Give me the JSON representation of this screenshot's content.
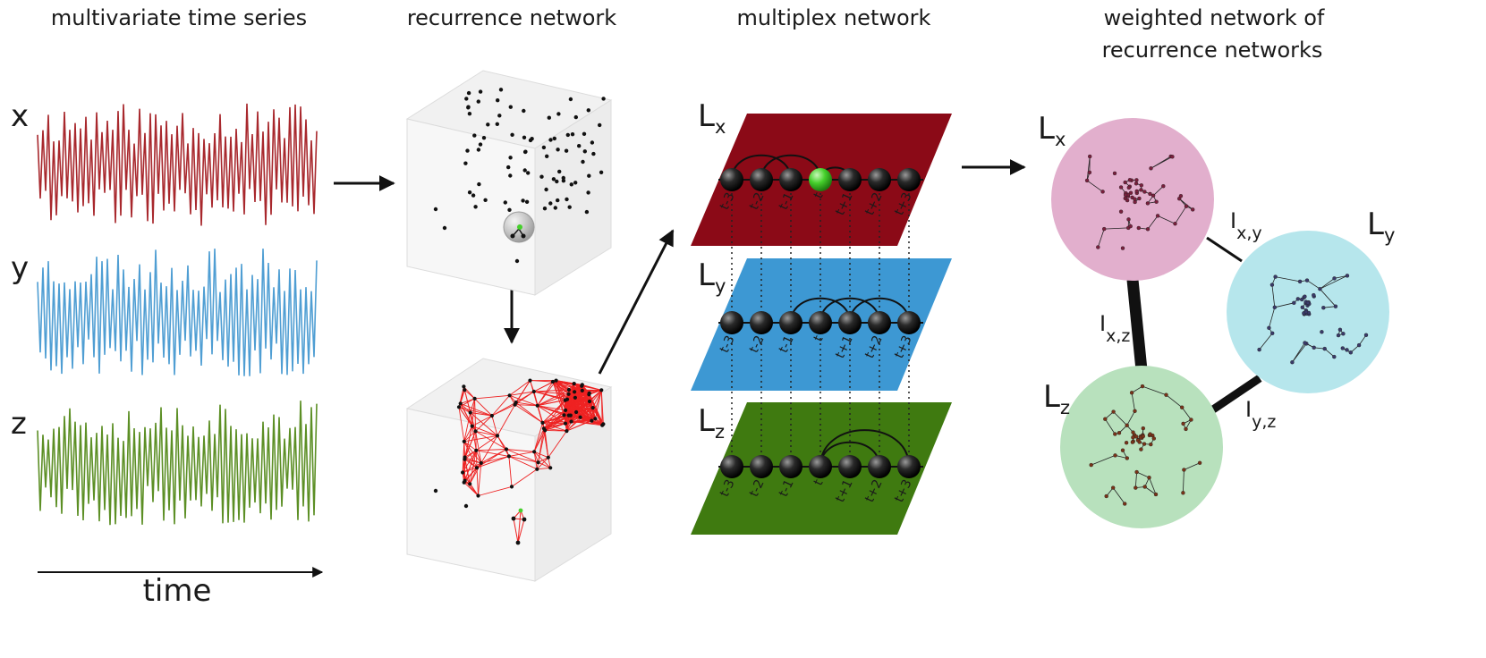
{
  "titles": {
    "time_series": "multivariate time series",
    "recurrence": "recurrence network",
    "multiplex": "multiplex network",
    "weighted_line1": "weighted network of",
    "weighted_line2": "recurrence networks"
  },
  "series": [
    {
      "name": "x",
      "color": "#a8282d"
    },
    {
      "name": "y",
      "color": "#4f9ed3"
    },
    {
      "name": "z",
      "color": "#5c8f25"
    }
  ],
  "time_label": "time",
  "layers": [
    {
      "letter": "L",
      "sub": "x",
      "color": "#8b0a17"
    },
    {
      "letter": "L",
      "sub": "y",
      "color": "#3d98d3"
    },
    {
      "letter": "L",
      "sub": "z",
      "color": "#3f7a10"
    }
  ],
  "node_labels": [
    "t-3",
    "t-2",
    "t-1",
    "t",
    "t+1",
    "t+2",
    "t+3"
  ],
  "highlight_color": "#46d02c",
  "edge_color": "#ee2222",
  "clusters": [
    {
      "letter": "L",
      "sub": "x",
      "color": "#e2afcd"
    },
    {
      "letter": "L",
      "sub": "y",
      "color": "#b6e6ec"
    },
    {
      "letter": "L",
      "sub": "z",
      "color": "#b8e1bd"
    }
  ],
  "interactions": [
    {
      "letter": "I",
      "sub": "x,y"
    },
    {
      "letter": "I",
      "sub": "x,z"
    },
    {
      "letter": "I",
      "sub": "y,z"
    }
  ]
}
